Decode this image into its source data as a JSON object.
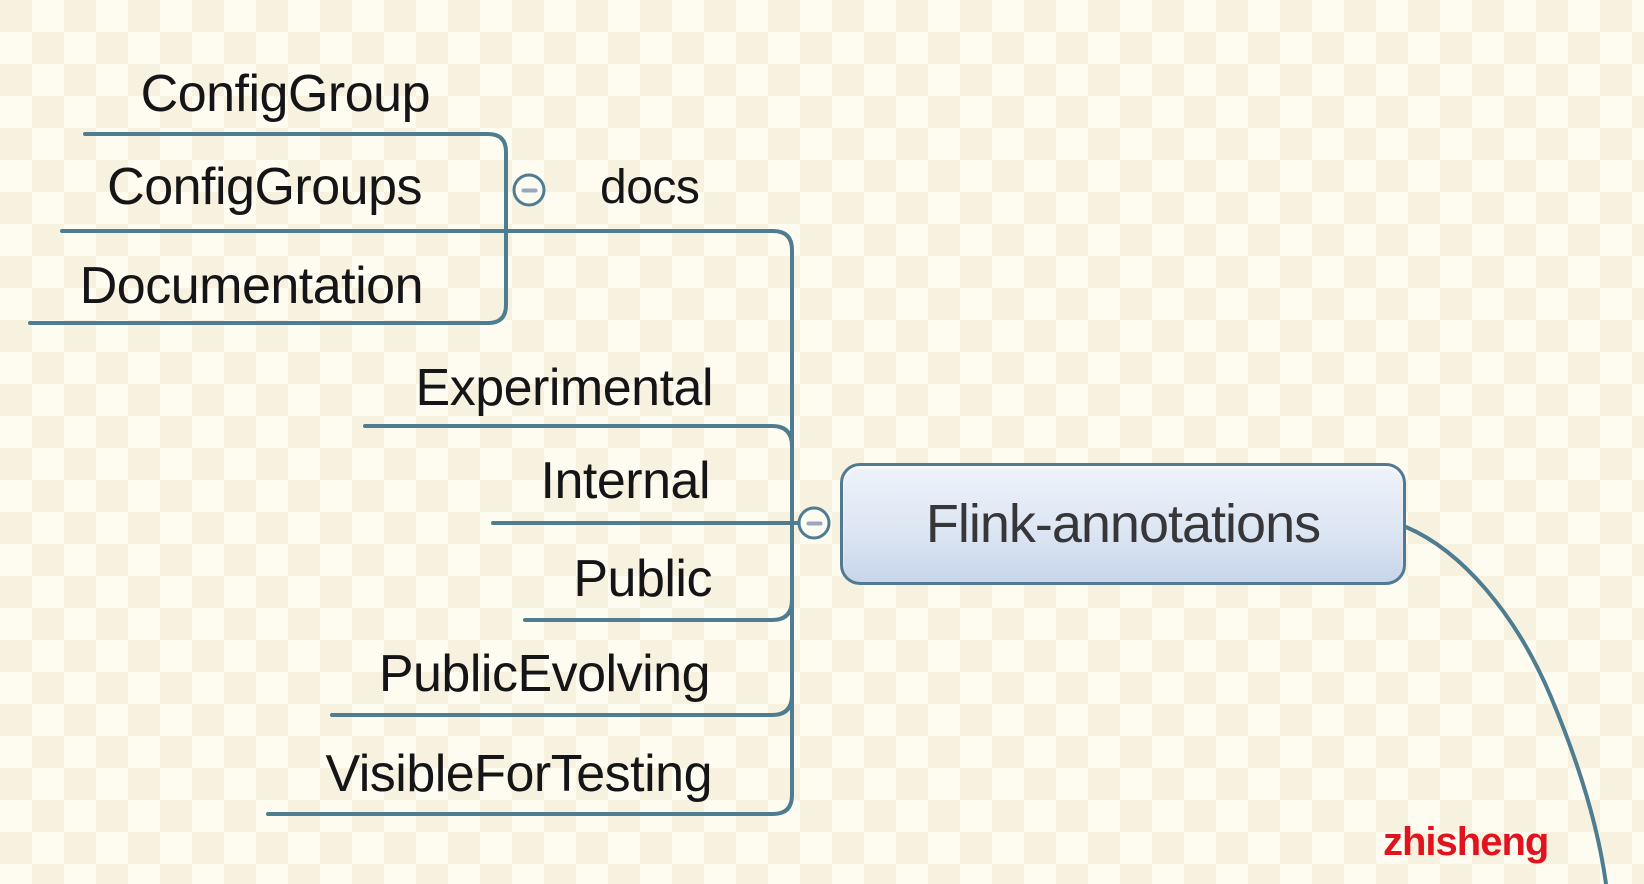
{
  "diagram": {
    "type": "mind-map",
    "root": {
      "label": "Flink-annotations"
    },
    "branches": [
      {
        "label": "docs",
        "collapsed": false,
        "children": [
          {
            "label": "ConfigGroup"
          },
          {
            "label": "ConfigGroups"
          },
          {
            "label": "Documentation"
          }
        ]
      },
      {
        "label": "Experimental"
      },
      {
        "label": "Internal"
      },
      {
        "label": "Public"
      },
      {
        "label": "PublicEvolving"
      },
      {
        "label": "VisibleForTesting"
      }
    ]
  },
  "watermark": {
    "text": "zhisheng",
    "color": "#e0141f"
  },
  "colors": {
    "background": "#faf6e4",
    "checker_light": "#fefbf0",
    "checker_dark": "#f6f2df",
    "connector_line": "#4e7d92",
    "node_border": "#517a92",
    "node_fill_top": "#eef2fa",
    "node_fill_bottom": "#c7d5ea",
    "topic_text": "#151517",
    "root_text": "#37373a",
    "toggle_dash": "#9aa6c0"
  }
}
